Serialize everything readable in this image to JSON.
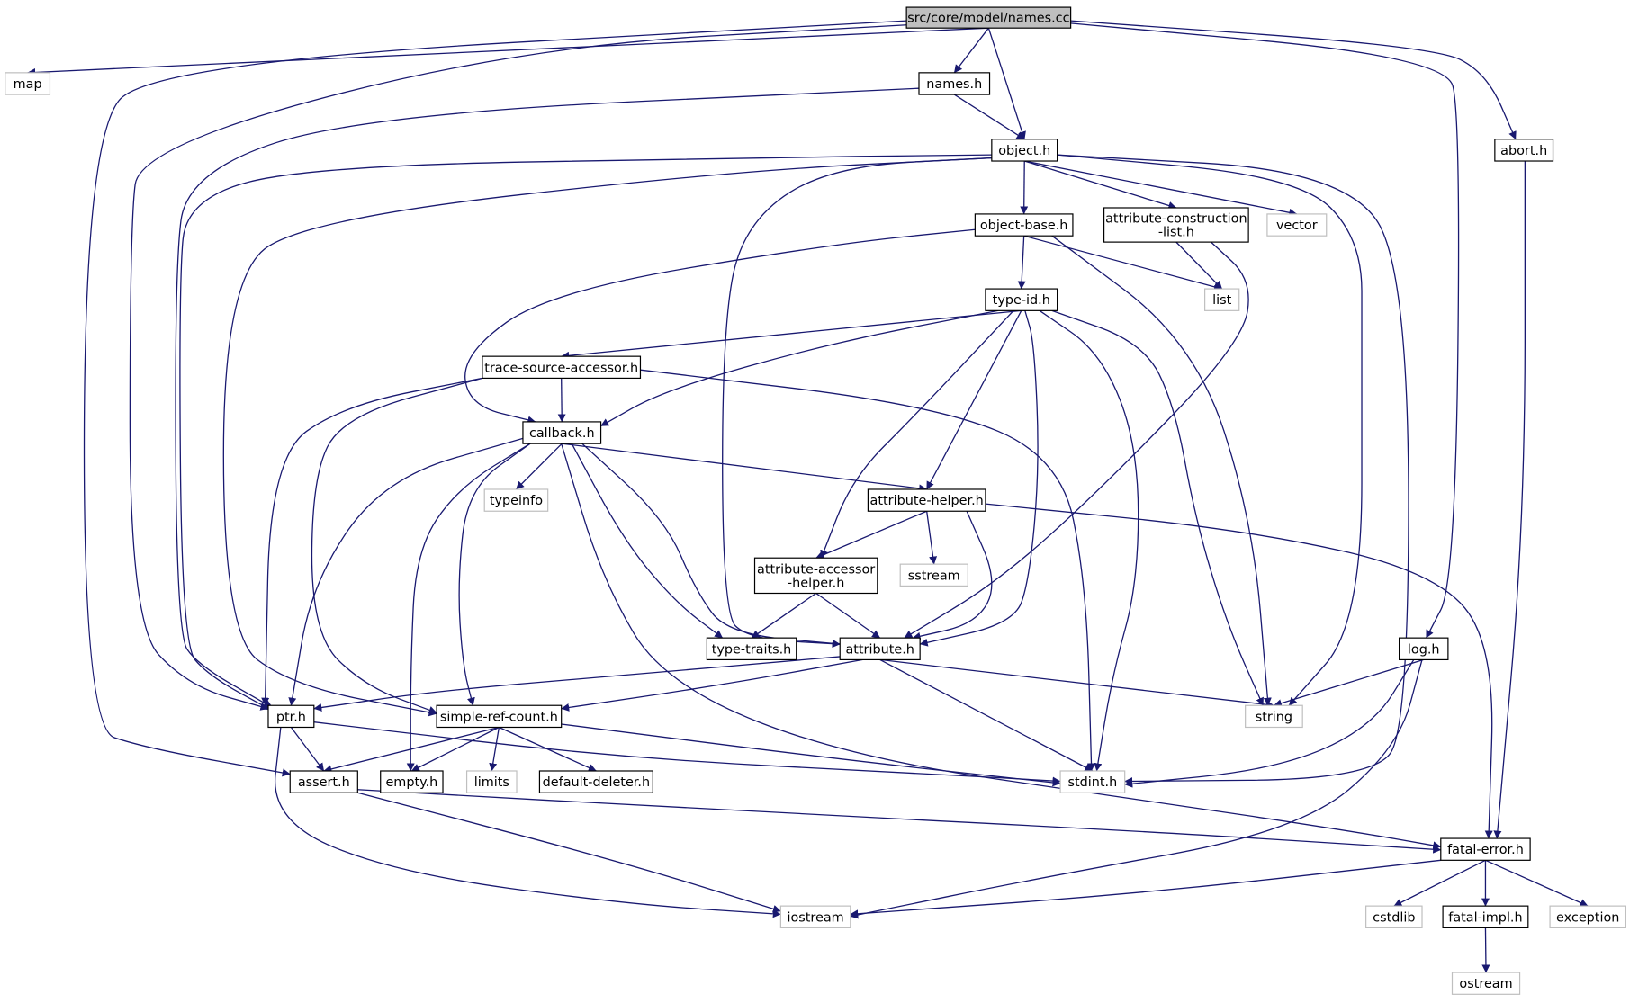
{
  "colors": {
    "edge": "#191970",
    "node_border": "#000000",
    "ext_border": "#bfbfbf",
    "root_fill": "#bfbfbf",
    "node_fill": "#ffffff",
    "text": "#000000"
  },
  "nodes": [
    {
      "id": "names_cc",
      "label": "src/core/model/names.cc",
      "kind": "root"
    },
    {
      "id": "map",
      "label": "map",
      "kind": "ext"
    },
    {
      "id": "names_h",
      "label": "names.h",
      "kind": "file"
    },
    {
      "id": "object_h",
      "label": "object.h",
      "kind": "file"
    },
    {
      "id": "abort_h",
      "label": "abort.h",
      "kind": "file"
    },
    {
      "id": "object_base_h",
      "label": "object-base.h",
      "kind": "file"
    },
    {
      "id": "acl_h",
      "label": "attribute-construction\n-list.h",
      "kind": "file"
    },
    {
      "id": "vector",
      "label": "vector",
      "kind": "ext"
    },
    {
      "id": "type_id_h",
      "label": "type-id.h",
      "kind": "file"
    },
    {
      "id": "list",
      "label": "list",
      "kind": "ext"
    },
    {
      "id": "tsa_h",
      "label": "trace-source-accessor.h",
      "kind": "file"
    },
    {
      "id": "callback_h",
      "label": "callback.h",
      "kind": "file"
    },
    {
      "id": "typeinfo",
      "label": "typeinfo",
      "kind": "ext"
    },
    {
      "id": "attr_helper_h",
      "label": "attribute-helper.h",
      "kind": "file"
    },
    {
      "id": "aah_h",
      "label": "attribute-accessor\n-helper.h",
      "kind": "file"
    },
    {
      "id": "sstream",
      "label": "sstream",
      "kind": "ext"
    },
    {
      "id": "type_traits_h",
      "label": "type-traits.h",
      "kind": "file"
    },
    {
      "id": "attribute_h",
      "label": "attribute.h",
      "kind": "file"
    },
    {
      "id": "log_h",
      "label": "log.h",
      "kind": "file"
    },
    {
      "id": "ptr_h",
      "label": "ptr.h",
      "kind": "file"
    },
    {
      "id": "src_h",
      "label": "simple-ref-count.h",
      "kind": "file"
    },
    {
      "id": "string",
      "label": "string",
      "kind": "ext"
    },
    {
      "id": "assert_h",
      "label": "assert.h",
      "kind": "file"
    },
    {
      "id": "empty_h",
      "label": "empty.h",
      "kind": "file"
    },
    {
      "id": "limits",
      "label": "limits",
      "kind": "ext"
    },
    {
      "id": "default_deleter_h",
      "label": "default-deleter.h",
      "kind": "file"
    },
    {
      "id": "stdint_h",
      "label": "stdint.h",
      "kind": "ext"
    },
    {
      "id": "fatal_error_h",
      "label": "fatal-error.h",
      "kind": "file"
    },
    {
      "id": "cstdlib",
      "label": "cstdlib",
      "kind": "ext"
    },
    {
      "id": "fatal_impl_h",
      "label": "fatal-impl.h",
      "kind": "file"
    },
    {
      "id": "exception",
      "label": "exception",
      "kind": "ext"
    },
    {
      "id": "iostream",
      "label": "iostream",
      "kind": "ext"
    },
    {
      "id": "ostream",
      "label": "ostream",
      "kind": "ext"
    }
  ],
  "edges": [
    [
      "names_cc",
      "map"
    ],
    [
      "names_cc",
      "names_h"
    ],
    [
      "names_cc",
      "object_h"
    ],
    [
      "names_cc",
      "abort_h"
    ],
    [
      "names_cc",
      "log_h"
    ],
    [
      "names_cc",
      "ptr_h"
    ],
    [
      "names_cc",
      "assert_h"
    ],
    [
      "names_h",
      "object_h"
    ],
    [
      "names_h",
      "ptr_h"
    ],
    [
      "object_h",
      "object_base_h"
    ],
    [
      "object_h",
      "acl_h"
    ],
    [
      "object_h",
      "vector"
    ],
    [
      "object_h",
      "string"
    ],
    [
      "object_h",
      "stdint_h"
    ],
    [
      "object_h",
      "ptr_h"
    ],
    [
      "object_h",
      "src_h"
    ],
    [
      "object_h",
      "attribute_h"
    ],
    [
      "object_base_h",
      "type_id_h"
    ],
    [
      "object_base_h",
      "list"
    ],
    [
      "object_base_h",
      "string"
    ],
    [
      "object_base_h",
      "callback_h"
    ],
    [
      "acl_h",
      "list"
    ],
    [
      "acl_h",
      "attribute_h"
    ],
    [
      "type_id_h",
      "tsa_h"
    ],
    [
      "type_id_h",
      "callback_h"
    ],
    [
      "type_id_h",
      "attr_helper_h"
    ],
    [
      "type_id_h",
      "aah_h"
    ],
    [
      "type_id_h",
      "attribute_h"
    ],
    [
      "type_id_h",
      "stdint_h"
    ],
    [
      "type_id_h",
      "string"
    ],
    [
      "tsa_h",
      "callback_h"
    ],
    [
      "tsa_h",
      "ptr_h"
    ],
    [
      "tsa_h",
      "src_h"
    ],
    [
      "tsa_h",
      "stdint_h"
    ],
    [
      "callback_h",
      "typeinfo"
    ],
    [
      "callback_h",
      "attr_helper_h"
    ],
    [
      "callback_h",
      "type_traits_h"
    ],
    [
      "callback_h",
      "attribute_h"
    ],
    [
      "callback_h",
      "ptr_h"
    ],
    [
      "callback_h",
      "src_h"
    ],
    [
      "callback_h",
      "empty_h"
    ],
    [
      "callback_h",
      "fatal_error_h"
    ],
    [
      "attr_helper_h",
      "aah_h"
    ],
    [
      "attr_helper_h",
      "sstream"
    ],
    [
      "attr_helper_h",
      "attribute_h"
    ],
    [
      "attr_helper_h",
      "fatal_error_h"
    ],
    [
      "aah_h",
      "type_traits_h"
    ],
    [
      "aah_h",
      "attribute_h"
    ],
    [
      "attribute_h",
      "ptr_h"
    ],
    [
      "attribute_h",
      "src_h"
    ],
    [
      "attribute_h",
      "string"
    ],
    [
      "attribute_h",
      "stdint_h"
    ],
    [
      "log_h",
      "string"
    ],
    [
      "log_h",
      "stdint_h"
    ],
    [
      "log_h",
      "iostream"
    ],
    [
      "ptr_h",
      "assert_h"
    ],
    [
      "ptr_h",
      "stdint_h"
    ],
    [
      "ptr_h",
      "iostream"
    ],
    [
      "src_h",
      "assert_h"
    ],
    [
      "src_h",
      "empty_h"
    ],
    [
      "src_h",
      "limits"
    ],
    [
      "src_h",
      "default_deleter_h"
    ],
    [
      "src_h",
      "stdint_h"
    ],
    [
      "assert_h",
      "fatal_error_h"
    ],
    [
      "assert_h",
      "iostream"
    ],
    [
      "abort_h",
      "fatal_error_h"
    ],
    [
      "fatal_error_h",
      "iostream"
    ],
    [
      "fatal_error_h",
      "cstdlib"
    ],
    [
      "fatal_error_h",
      "fatal_impl_h"
    ],
    [
      "fatal_error_h",
      "exception"
    ],
    [
      "fatal_impl_h",
      "ostream"
    ]
  ]
}
